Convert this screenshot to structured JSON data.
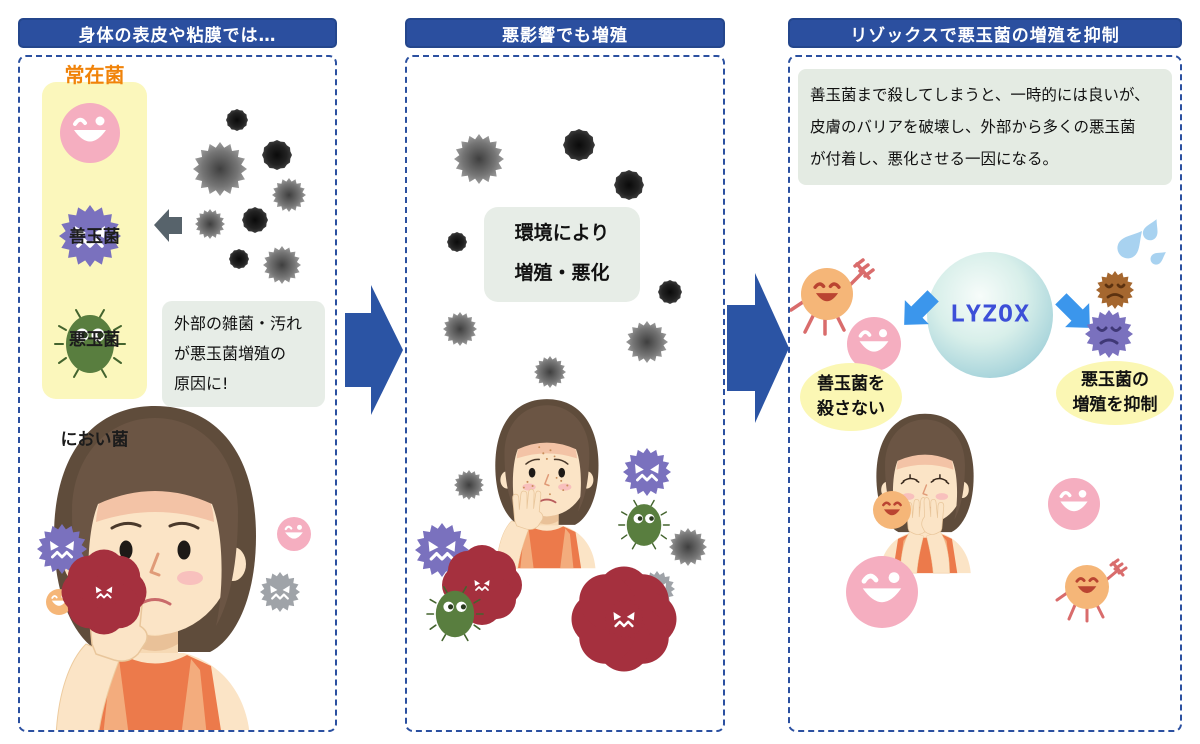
{
  "colors": {
    "header_bg": "#2B4F9F",
    "panel_border": "#2B50A0",
    "flow_arrow": "#2B54A4",
    "legend_bg": "#FBF7BC",
    "legend_title": "#F0830A",
    "note_bg": "#E7EDE7",
    "highlight_bg": "#FBF7B4",
    "logo_blue": "#3D4FD8",
    "mini_arrow": "#3B96EC"
  },
  "panels": [
    {
      "header": "身体の表皮や粘膜では…",
      "legend_title": "常在菌",
      "legend_items": [
        {
          "label": "善玉菌",
          "icon": "good-bacteria-icon"
        },
        {
          "label": "悪玉菌",
          "icon": "bad-bacteria-icon"
        },
        {
          "label": "におい菌",
          "icon": "odor-bacteria-icon"
        }
      ],
      "note_lines": [
        "外部の雑菌・汚れ",
        "が悪玉菌増殖の",
        "原因に!"
      ]
    },
    {
      "header": "悪影響でも増殖",
      "note_lines": [
        "環境により",
        "増殖・悪化"
      ]
    },
    {
      "header": "リゾックスで悪玉菌の増殖を抑制",
      "paragraph_lines": [
        "善玉菌まで殺してしまうと、一時的には良いが、",
        "皮膚のバリアを破壊し、外部から多くの悪玉菌",
        "が付着し、悪化させる一因になる。"
      ],
      "logo_text": "LYZOX",
      "result_labels": [
        {
          "lines": [
            "善玉菌を",
            "殺さない"
          ]
        },
        {
          "lines": [
            "悪玉菌の",
            "増殖を抑制"
          ]
        }
      ]
    }
  ]
}
